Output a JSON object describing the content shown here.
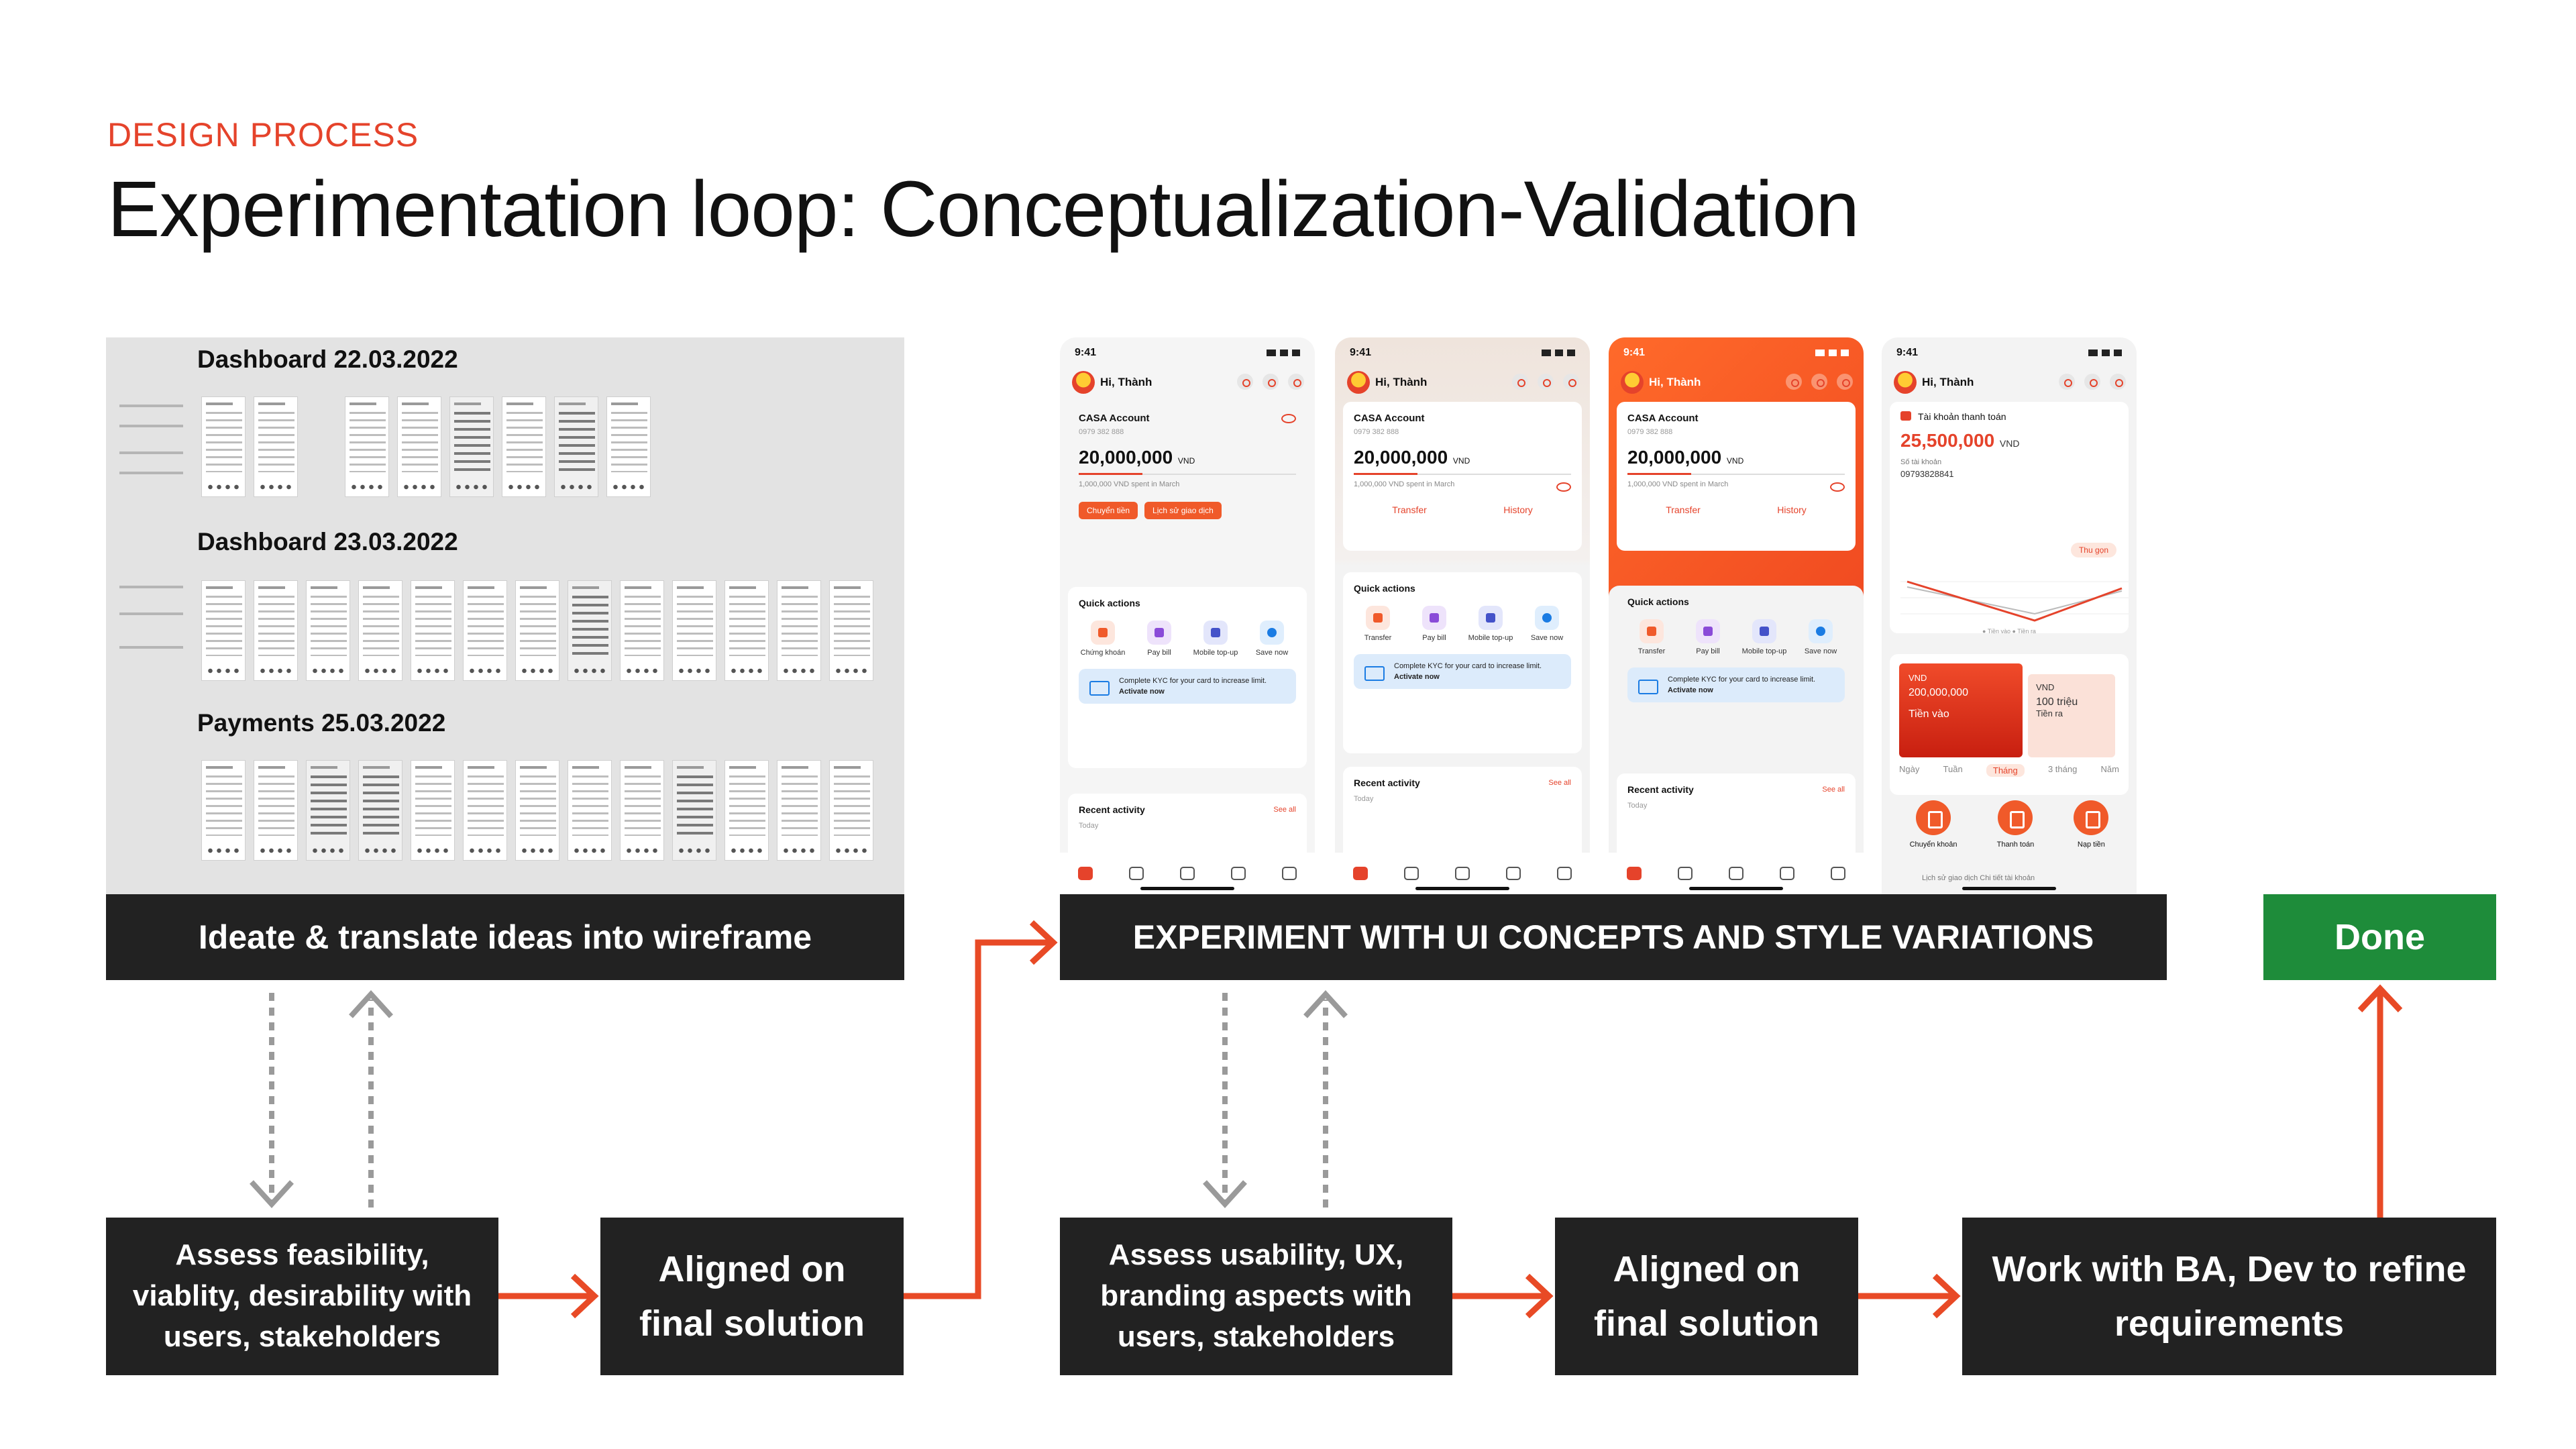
{
  "header": {
    "eyebrow": "DESIGN PROCESS",
    "title": "Experimentation loop: Conceptualization-Validation"
  },
  "wireframe_panel": {
    "headings": [
      "Dashboard 22.03.2022",
      "Dashboard 23.03.2022",
      "Payments 25.03.2022"
    ]
  },
  "labels": {
    "ideate": "Ideate & translate ideas into wireframe",
    "experiment": "EXPERIMENT WITH UI CONCEPTS AND STYLE VARIATIONS",
    "done": "Done"
  },
  "bottom_boxes": {
    "assess_1": "Assess feasibility, viablity, desirability with users, stakeholders",
    "aligned_1": "Aligned on final solution",
    "assess_2": "Assess usability, UX, branding aspects with users, stakeholders",
    "aligned_2": "Aligned on final solution",
    "work": "Work with BA, Dev to refine requirements"
  },
  "phones": {
    "time": "9:41",
    "greeting": "Hi, Thành",
    "account": "CASA Account",
    "account_number": "0979 382 888",
    "balance": "20,000,000",
    "currency": "VND",
    "spent": "1,000,000 VND spent in March",
    "pill_transfer": "Chuyển tiền",
    "pill_history": "Lịch sử giao dịch",
    "link_transfer": "Transfer",
    "link_history": "History",
    "quick_actions": "Quick actions",
    "qa_stock": "Chứng khoán",
    "qa_transfer": "Transfer",
    "qa_paybill": "Pay bill",
    "qa_mobile": "Mobile top-up",
    "qa_save": "Save now",
    "kyc_text": "Complete KYC for your card to increase limit.",
    "kyc_action": "Activate now",
    "recent": "Recent activity",
    "see_all": "See all",
    "today": "Today"
  },
  "phone4": {
    "account": "Tài khoản thanh toán",
    "balance": "25,500,000",
    "currency": "VND",
    "acct_label": "Số tài khoản",
    "acct_number": "09793828841",
    "collapse": "Thu gọn",
    "legend": "● Tiền vào   ● Tiền ra",
    "in_currency": "VND",
    "in_amount": "200,000,000",
    "in_label": "Tiền vào",
    "out_currency": "VND",
    "out_amount": "100 triệu",
    "out_label": "Tiền ra",
    "periods": [
      "Ngày",
      "Tuần",
      "Tháng",
      "3 tháng",
      "Năm"
    ],
    "actions": [
      "Chuyển khoản",
      "Thanh toán",
      "Nạp tiền"
    ],
    "bottom_text": "Lịch sử giao dịch        Chi tiết tài khoản"
  },
  "colors": {
    "accent": "#e5432b",
    "dark": "#222222",
    "done": "#1e8c3a",
    "arrow": "#e84a26"
  }
}
